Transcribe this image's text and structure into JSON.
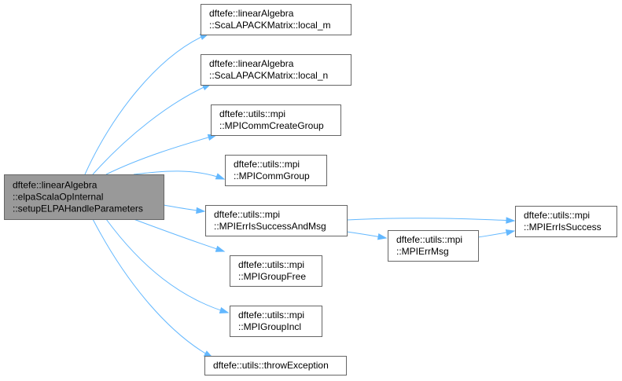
{
  "diagram": {
    "colors": {
      "edge": "#63b8ff",
      "root_fill": "#999999",
      "node_fill": "#ffffff",
      "node_border": "#666666"
    },
    "nodes": [
      {
        "id": "root",
        "lines": [
          "dftefe::linearAlgebra",
          "::elpaScalaOpInternal",
          "::setupELPAHandleParameters"
        ]
      },
      {
        "id": "local_m",
        "lines": [
          "dftefe::linearAlgebra",
          "::ScaLAPACKMatrix::local_m"
        ]
      },
      {
        "id": "local_n",
        "lines": [
          "dftefe::linearAlgebra",
          "::ScaLAPACKMatrix::local_n"
        ]
      },
      {
        "id": "commcreate",
        "lines": [
          "dftefe::utils::mpi",
          "::MPICommCreateGroup"
        ]
      },
      {
        "id": "commgroup",
        "lines": [
          "dftefe::utils::mpi",
          "::MPICommGroup"
        ]
      },
      {
        "id": "errsuccessmsg",
        "lines": [
          "dftefe::utils::mpi",
          "::MPIErrIsSuccessAndMsg"
        ]
      },
      {
        "id": "errmsg",
        "lines": [
          "dftefe::utils::mpi",
          "::MPIErrMsg"
        ]
      },
      {
        "id": "errsuccess",
        "lines": [
          "dftefe::utils::mpi",
          "::MPIErrIsSuccess"
        ]
      },
      {
        "id": "groupfree",
        "lines": [
          "dftefe::utils::mpi",
          "::MPIGroupFree"
        ]
      },
      {
        "id": "groupincl",
        "lines": [
          "dftefe::utils::mpi",
          "::MPIGroupIncl"
        ]
      },
      {
        "id": "throw",
        "lines": [
          "dftefe::utils::throwException"
        ]
      }
    ],
    "edges": [
      {
        "from": "root",
        "to": "local_m"
      },
      {
        "from": "root",
        "to": "local_n"
      },
      {
        "from": "root",
        "to": "commcreate"
      },
      {
        "from": "root",
        "to": "commgroup"
      },
      {
        "from": "root",
        "to": "errsuccessmsg"
      },
      {
        "from": "root",
        "to": "groupfree"
      },
      {
        "from": "root",
        "to": "groupincl"
      },
      {
        "from": "root",
        "to": "throw"
      },
      {
        "from": "errsuccessmsg",
        "to": "errsuccess"
      },
      {
        "from": "errsuccessmsg",
        "to": "errmsg"
      },
      {
        "from": "errmsg",
        "to": "errsuccess"
      }
    ]
  }
}
